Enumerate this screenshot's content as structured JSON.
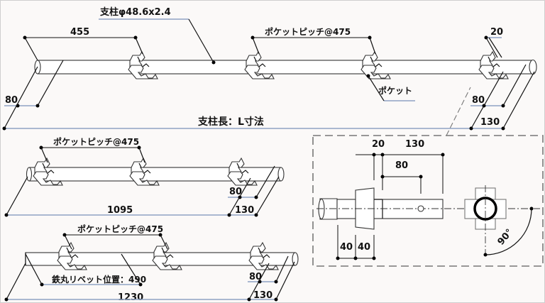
{
  "main": {
    "pipe_spec": "支柱φ48.6x2.4",
    "dim_455": "455",
    "pocket_pitch": "ポケットピッチ@475",
    "dim_20": "20",
    "pocket_label": "ポケット",
    "dim_80_left": "80",
    "dim_80_right": "80",
    "dim_130": "130",
    "length_label": "支柱長：L寸法"
  },
  "short_pipe": {
    "pocket_pitch": "ポケットピッチ@475",
    "dim_80": "80",
    "dim_130": "130",
    "length": "1095"
  },
  "long_pipe": {
    "pocket_pitch": "ポケットピッチ@475",
    "rivet_position": "鉄丸リベット位置：490",
    "dim_80": "80",
    "dim_130": "130",
    "length": "1230"
  },
  "detail": {
    "dim_20": "20",
    "dim_130": "130",
    "dim_80": "80",
    "dim_40_a": "40",
    "dim_40_b": "40",
    "angle": "90°"
  }
}
